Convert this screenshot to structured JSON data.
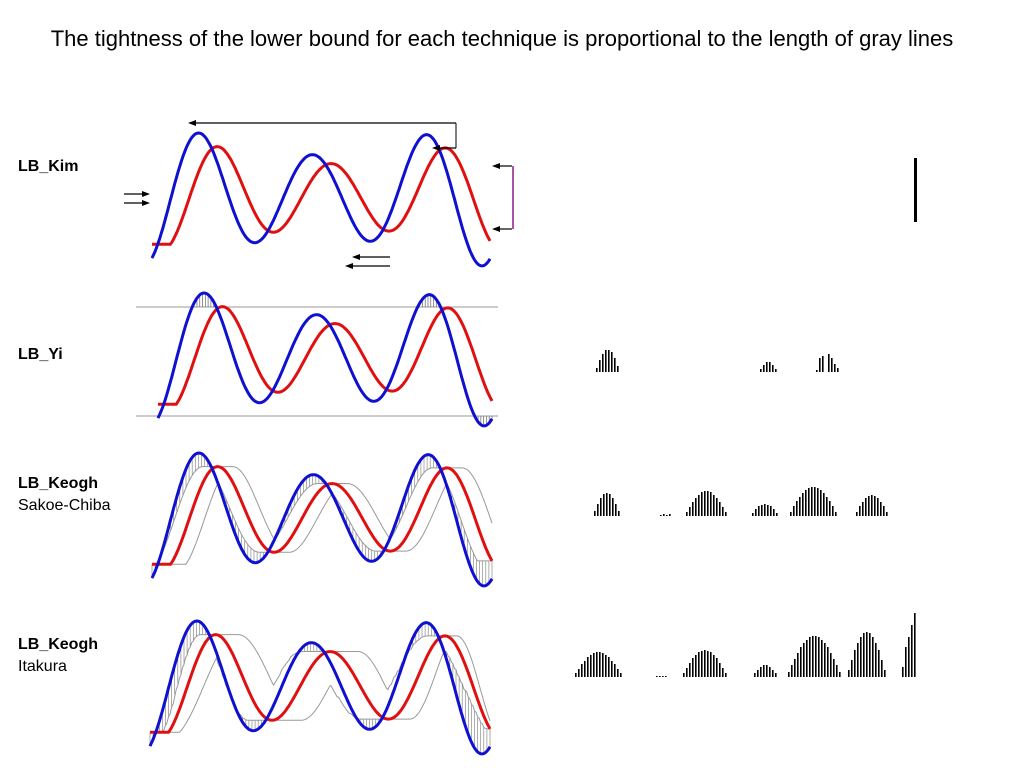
{
  "title": "The tightness of the lower bound for each technique is proportional to the length of gray lines",
  "colors": {
    "query": "#e01010",
    "candidate": "#1010d0",
    "guide": "#999999",
    "bar": "#000000",
    "kim_range": "#8b1a8b"
  },
  "rows": [
    {
      "id": "lb-kim",
      "name": "LB_Kim",
      "sub": ""
    },
    {
      "id": "lb-yi",
      "name": "LB_Yi",
      "sub": ""
    },
    {
      "id": "lb-keogh-sc",
      "name": "LB_Keogh",
      "sub": "Sakoe-Chiba"
    },
    {
      "id": "lb-keogh-it",
      "name": "LB_Keogh",
      "sub": "Itakura"
    }
  ]
}
